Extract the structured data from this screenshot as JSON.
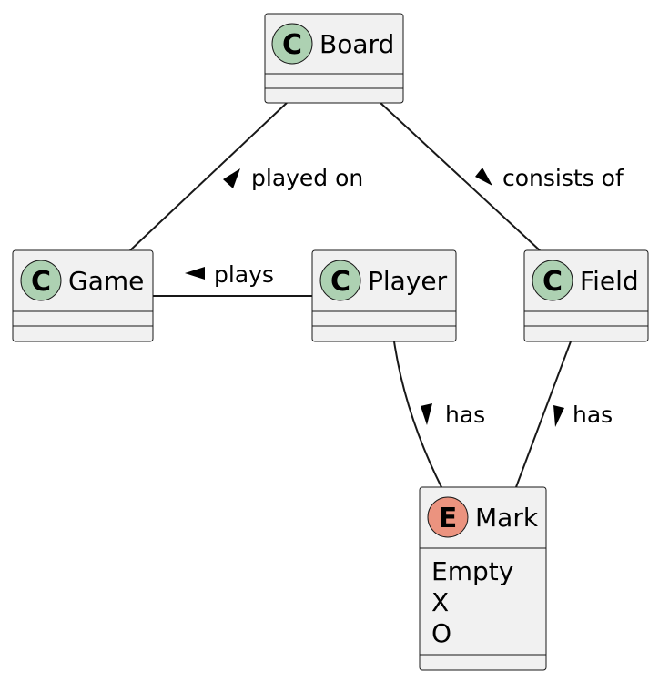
{
  "classes": [
    {
      "id": "board",
      "name": "Board",
      "stereotype": "C"
    },
    {
      "id": "game",
      "name": "Game",
      "stereotype": "C"
    },
    {
      "id": "player",
      "name": "Player",
      "stereotype": "C"
    },
    {
      "id": "field",
      "name": "Field",
      "stereotype": "C"
    }
  ],
  "enum": {
    "id": "mark",
    "name": "Mark",
    "stereotype": "E",
    "values": [
      "Empty",
      "X",
      "O"
    ]
  },
  "relations": [
    {
      "id": "played_on",
      "label": "played on"
    },
    {
      "id": "consists_of",
      "label": "consists of"
    },
    {
      "id": "plays",
      "label": "plays"
    },
    {
      "id": "player_has",
      "label": "has"
    },
    {
      "id": "field_has",
      "label": "has"
    }
  ],
  "colors": {
    "class_badge": "#add1b2",
    "enum_badge": "#eb937f",
    "box_fill": "#f1f1f1",
    "border": "#181818"
  }
}
